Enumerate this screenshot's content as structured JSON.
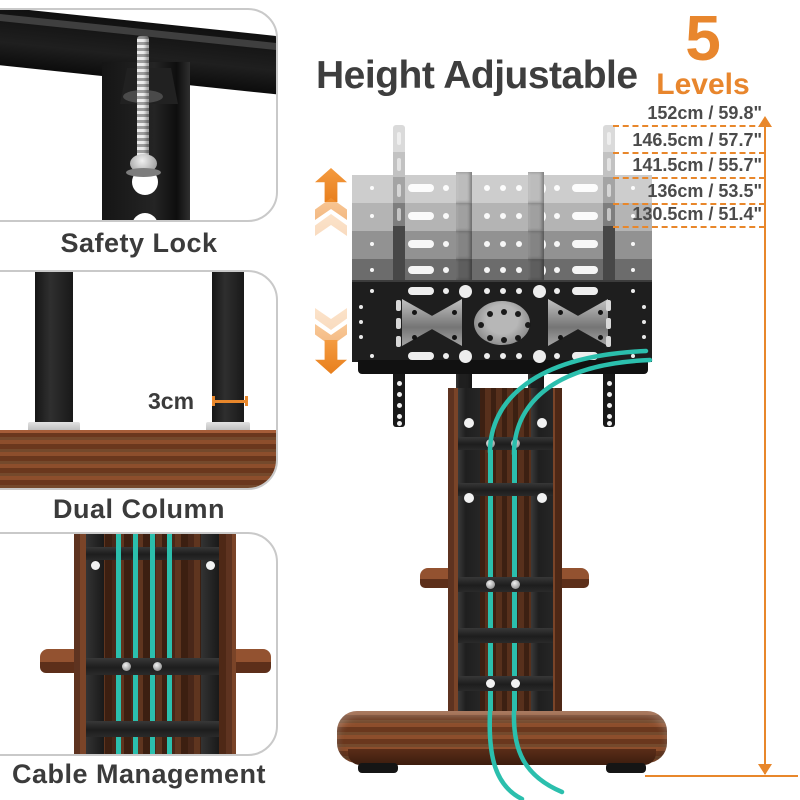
{
  "title": "Height Adjustable",
  "levels": {
    "number": "5",
    "label": "Levels"
  },
  "panels": {
    "safety_lock": {
      "label": "Safety Lock"
    },
    "dual_column": {
      "label": "Dual Column",
      "measurement": "3cm"
    },
    "cable_management": {
      "label": "Cable Management"
    }
  },
  "measurements": [
    {
      "label": "152cm / 59.8\""
    },
    {
      "label": "146.5cm / 57.7\""
    },
    {
      "label": "141.5cm / 55.7\""
    },
    {
      "label": "136cm / 53.5\""
    },
    {
      "label": "130.5cm / 51.4\""
    }
  ],
  "colors": {
    "accent_orange": "#E8862D",
    "cable_teal": "#2BBFAD",
    "title_gray": "#3E3E3E",
    "wood_brown": "#7A4428"
  },
  "icons": {
    "up_arrows": "triple-up-arrow-icon",
    "down_arrows": "triple-down-arrow-icon"
  }
}
